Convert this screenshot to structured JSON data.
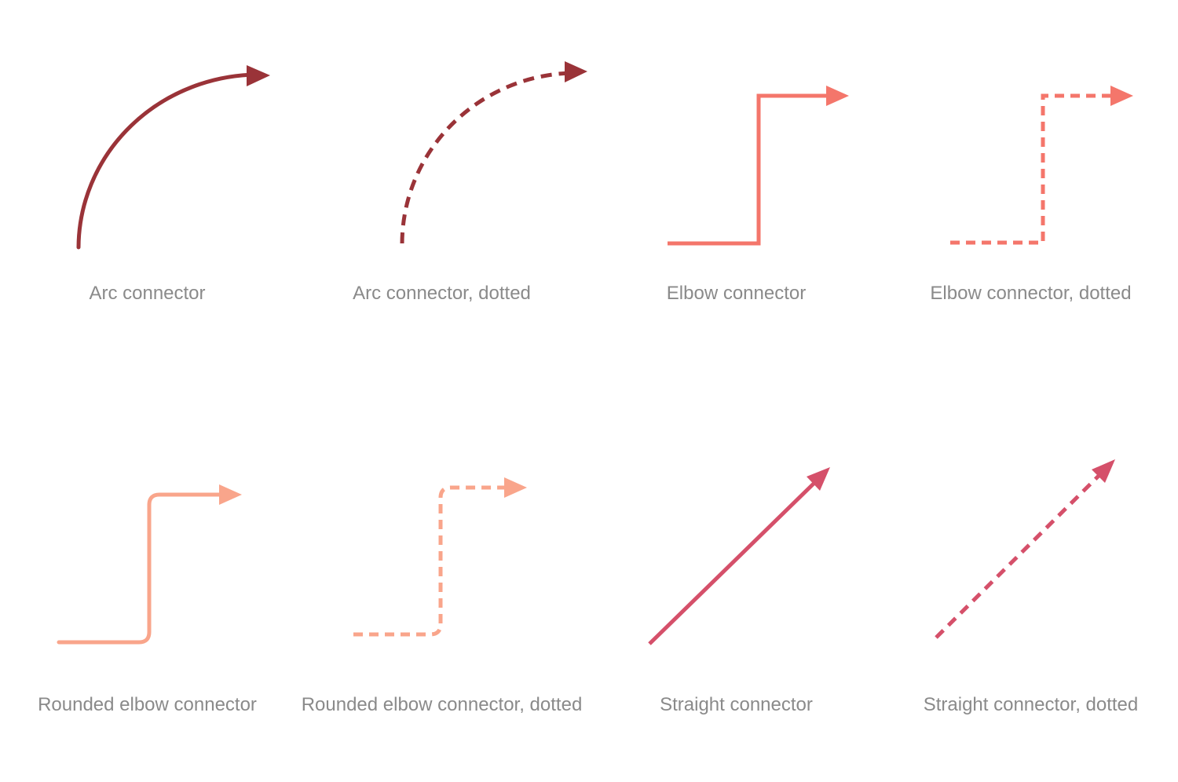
{
  "page": {
    "background": "#ffffff",
    "label_color": "#8a8a8a"
  },
  "palette": {
    "arc_color": "#9a3338",
    "elbow_color": "#f4766b",
    "rounded_elbow_color": "#f9a58b",
    "straight_color": "#d5506a"
  },
  "connectors": [
    {
      "id": "arc",
      "label": "Arc connector",
      "color": "#9a3338",
      "style": "solid"
    },
    {
      "id": "arc-dotted",
      "label": "Arc connector, dotted",
      "color": "#9a3338",
      "style": "dashed"
    },
    {
      "id": "elbow",
      "label": "Elbow connector",
      "color": "#f4766b",
      "style": "solid"
    },
    {
      "id": "elbow-dotted",
      "label": "Elbow connector, dotted",
      "color": "#f4766b",
      "style": "dashed"
    },
    {
      "id": "rounded-elbow",
      "label": "Rounded elbow connector",
      "color": "#f9a58b",
      "style": "solid"
    },
    {
      "id": "rounded-elbow-dotted",
      "label": "Rounded elbow connector, dotted",
      "color": "#f9a58b",
      "style": "dashed"
    },
    {
      "id": "straight",
      "label": "Straight connector",
      "color": "#d5506a",
      "style": "solid"
    },
    {
      "id": "straight-dotted",
      "label": "Straight connector, dotted",
      "color": "#d5506a",
      "style": "dashed"
    }
  ]
}
